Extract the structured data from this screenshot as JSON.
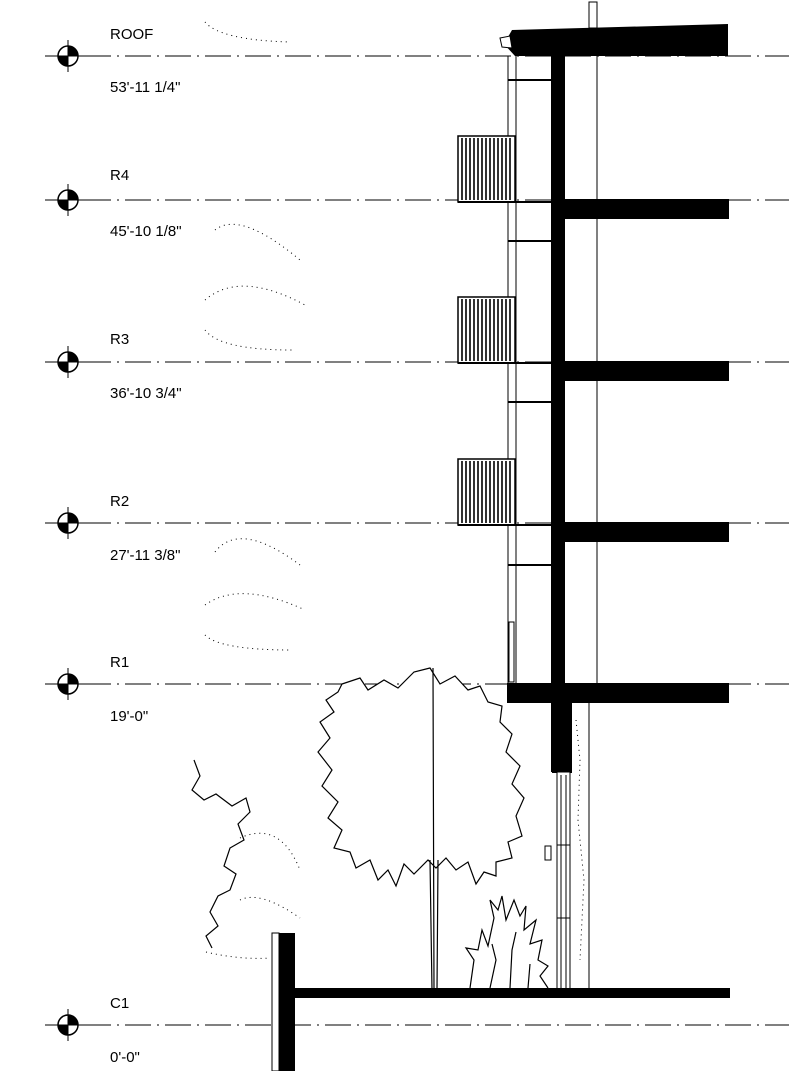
{
  "drawing": {
    "type": "building-section",
    "levels": [
      {
        "name": "ROOF",
        "elevation": "53'-11 1/4\""
      },
      {
        "name": "R4",
        "elevation": "45'-10 1/8\""
      },
      {
        "name": "R3",
        "elevation": "36'-10 3/4\""
      },
      {
        "name": "R2",
        "elevation": "27'-11 3/8\""
      },
      {
        "name": "R1",
        "elevation": "19'-0\""
      },
      {
        "name": "C1",
        "elevation": "0'-0\""
      }
    ],
    "colors": {
      "ink": "#000000",
      "paper": "#ffffff"
    },
    "icons": [
      "level-datum-marker-icon",
      "tree-icon",
      "shrub-icon",
      "balcony-railing-icon"
    ]
  }
}
